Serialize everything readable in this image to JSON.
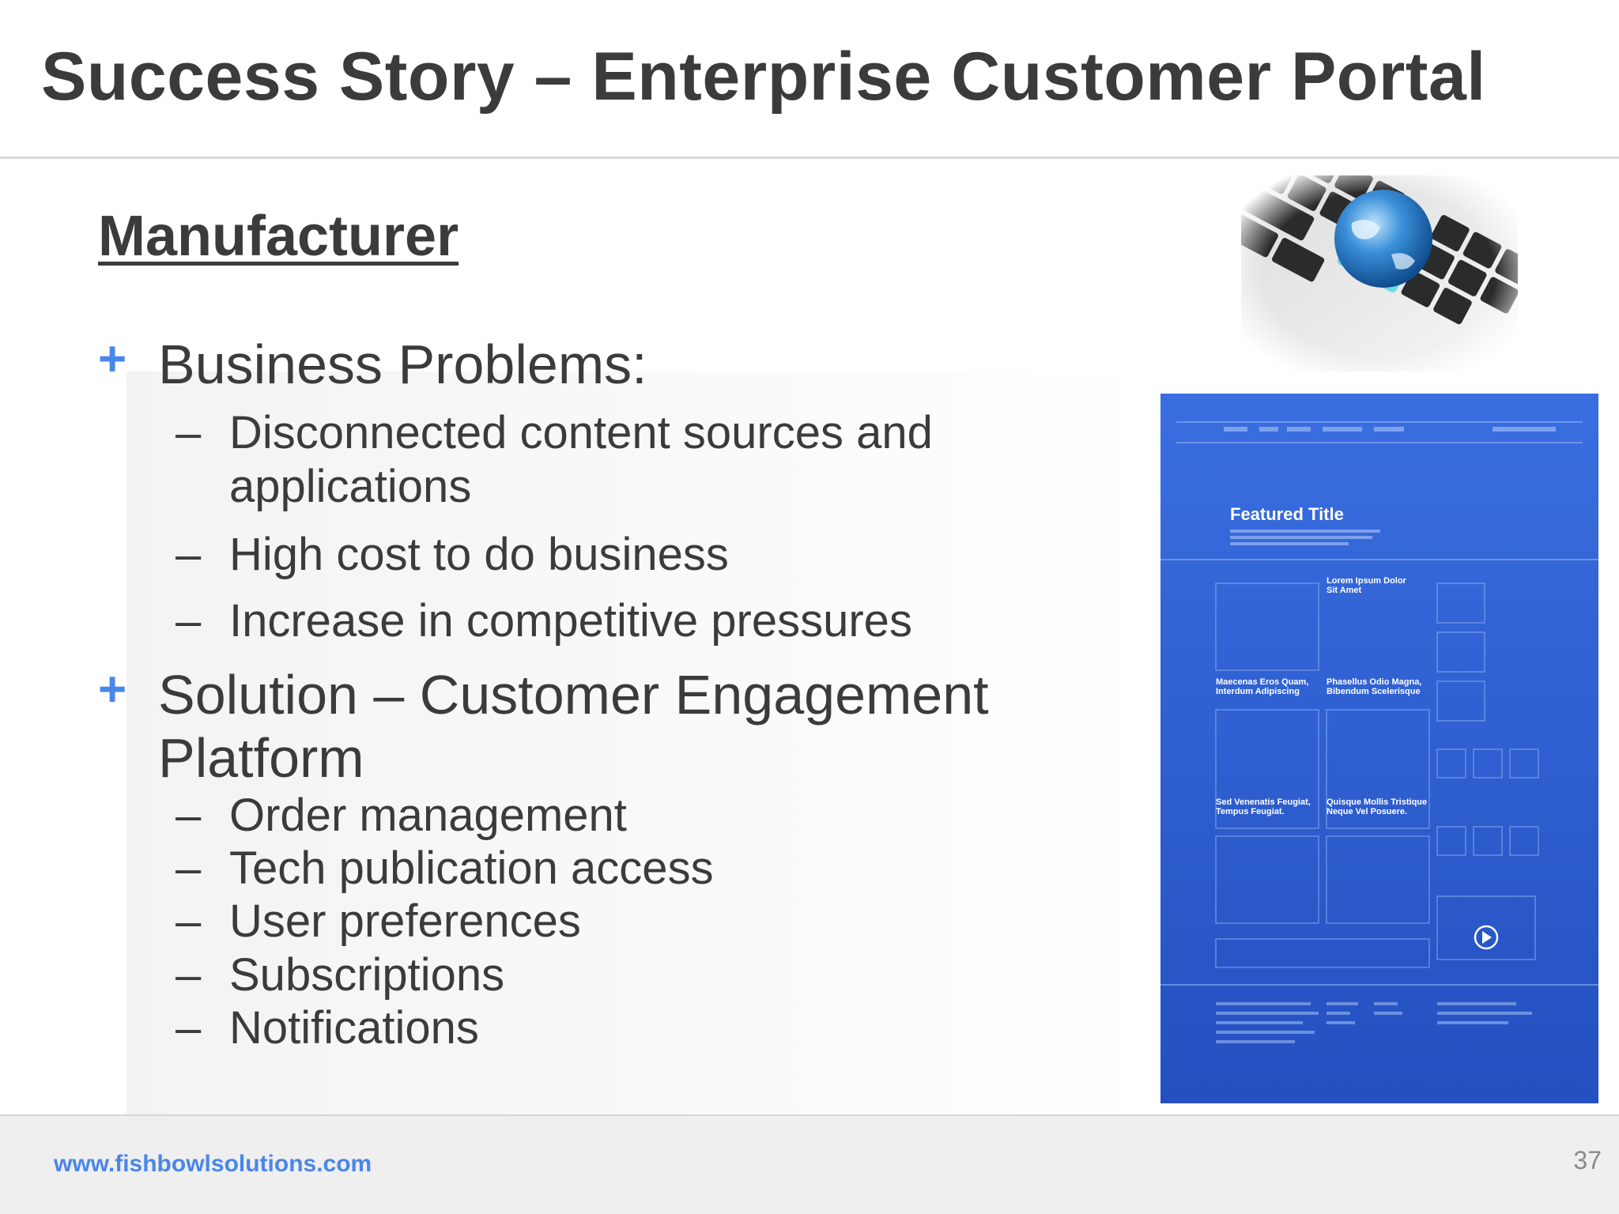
{
  "slide": {
    "title": "Success Story – Enterprise Customer Portal",
    "subtitle": "Manufacturer",
    "bullets": [
      {
        "label": "Business Problems:",
        "items": [
          "Disconnected content sources and",
          "applications",
          "High cost to do business",
          "Increase in competitive pressures"
        ]
      },
      {
        "label_line1": "Solution – Customer Engagement",
        "label_line2": "Platform",
        "items": [
          "Order management",
          "Tech publication access",
          "User preferences",
          "Subscriptions",
          "Notifications"
        ]
      }
    ],
    "bullet_marker": "+",
    "dash": "–"
  },
  "mockup": {
    "featured_title": "Featured Title",
    "headline_1": "Lorem Ipsum Dolor",
    "headline_1b": "Sit Amet",
    "headline_2": "Maecenas Eros Quam,",
    "headline_2b": "Interdum Adipiscing",
    "headline_3": "Phasellus Odio Magna,",
    "headline_3b": "Bibendum Scelerisque",
    "headline_4": "Sed Venenatis Feugiat,",
    "headline_4b": "Tempus Feugiat.",
    "headline_5": "Quisque Mollis Tristique",
    "headline_5b": "Neque Vel Posuere."
  },
  "footer": {
    "website": "www.fishbowlsolutions.com",
    "page_number": "37"
  },
  "colors": {
    "accent": "#4a86e8",
    "text": "#3b3b3b",
    "mockup_blue": "#2f63d6"
  }
}
